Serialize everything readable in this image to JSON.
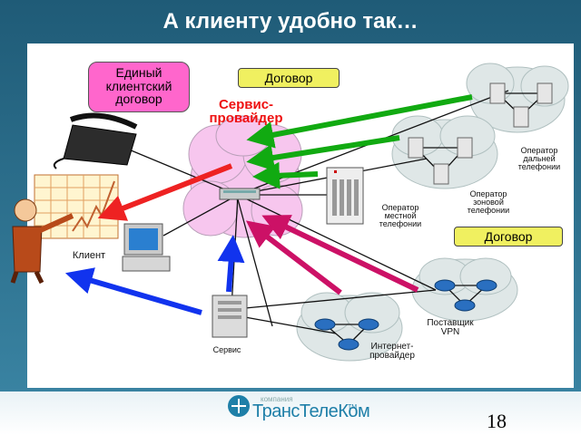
{
  "slide_title": "А клиенту удобно так…",
  "labels": {
    "contract_box": "Единый клиентский договор",
    "contract_top": "Договор",
    "contract_right": "Договор",
    "service_provider": "Сервис-провайдер",
    "client": "Клиент",
    "service": "Сервис",
    "local_operator": "Оператор местной телефонии",
    "zone_operator": "Оператор зоновой телефонии",
    "long_distance_operator": "Оператор дальней телефонии",
    "vpn_provider": "Поставщик VPN",
    "isp": "Интернет-провайдер"
  },
  "logo": {
    "small_caption": "компания",
    "name": "ТрансТелеКом",
    "tm": "TM"
  },
  "page_number": "18",
  "colors": {
    "background": "#2e6e8a",
    "contract_box": "#ff66cc",
    "contract_tag": "#f0f060",
    "cloud_pink": "#f7c6ee",
    "cloud_gray": "#dfe7e7",
    "arrow_green": "#11aa11",
    "arrow_red": "#ee2222",
    "arrow_blue": "#1133ee",
    "arrow_magenta": "#cc1166",
    "provider_text": "#ee1111"
  }
}
